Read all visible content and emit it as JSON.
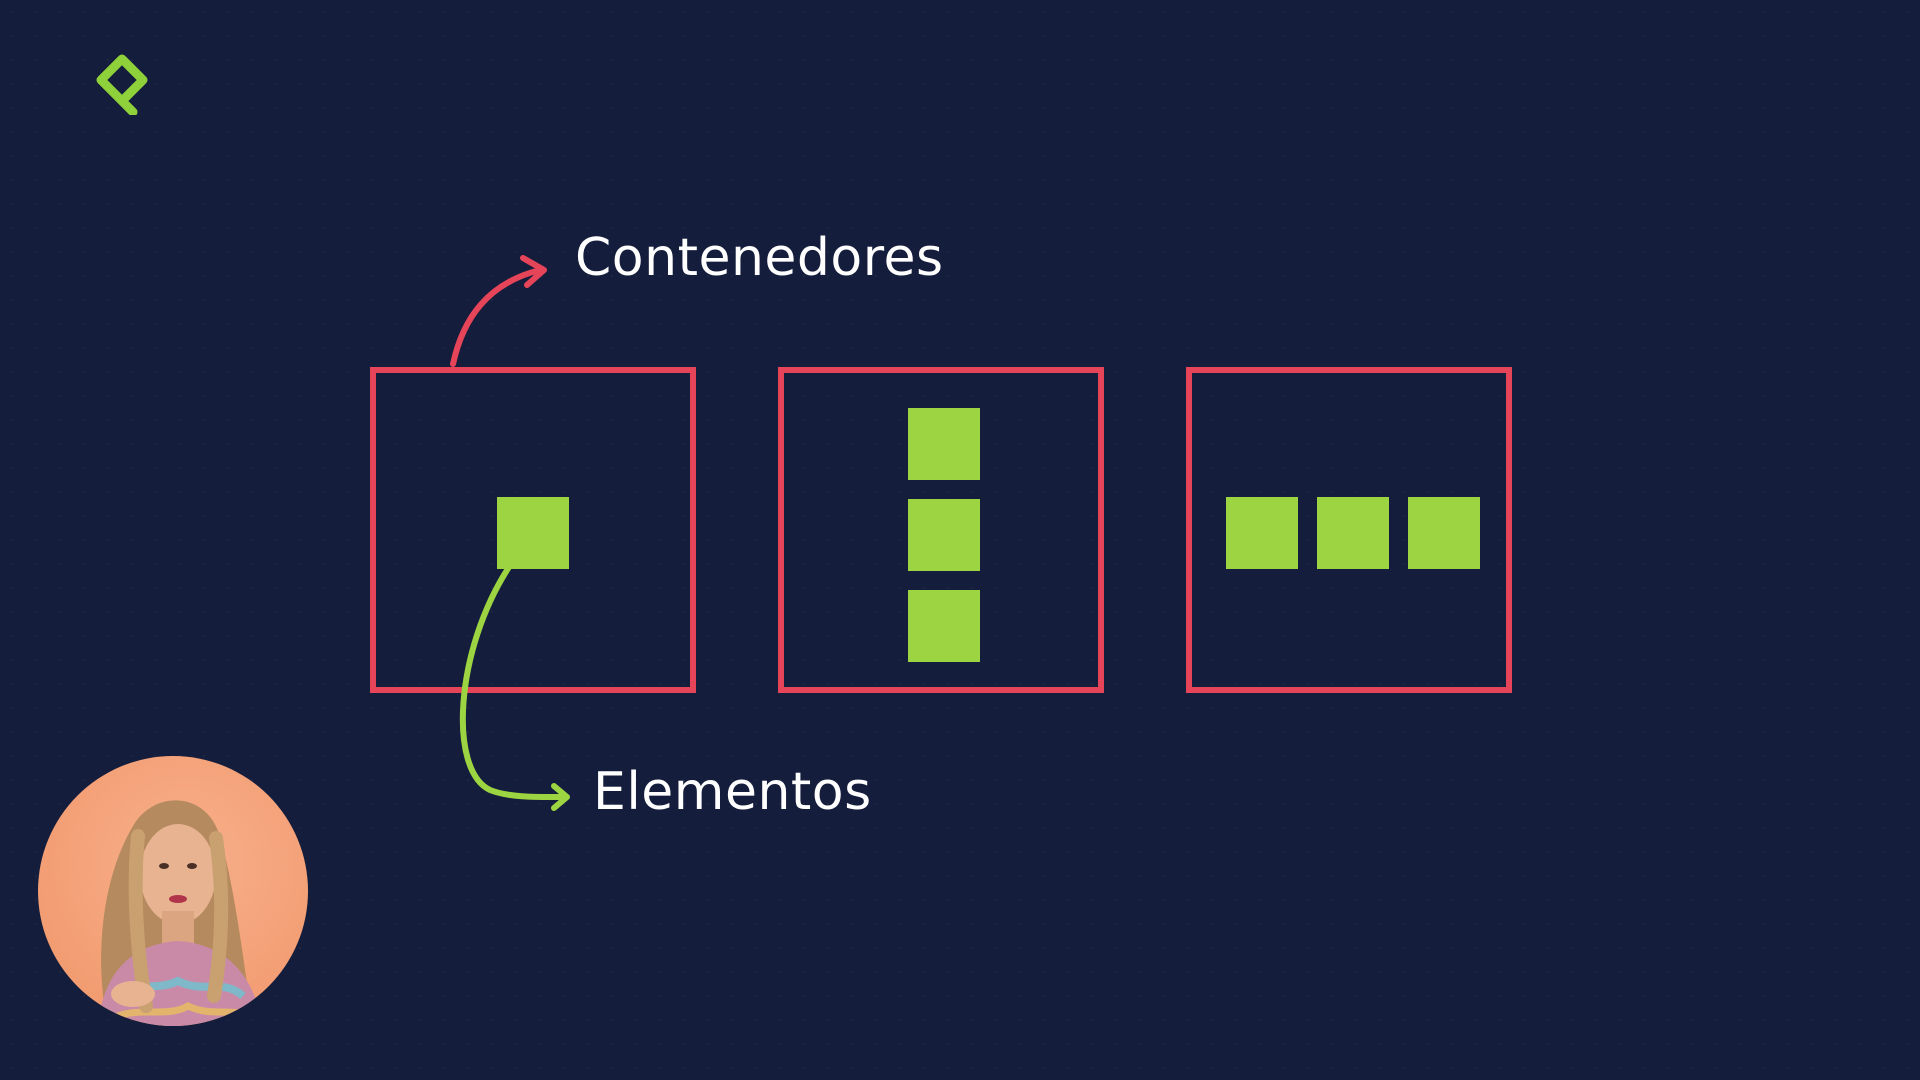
{
  "labels": {
    "containers": "Contenedores",
    "elements": "Elementos"
  },
  "containers": [
    {
      "layout": "single",
      "item_count": 1
    },
    {
      "layout": "column",
      "item_count": 3
    },
    {
      "layout": "row",
      "item_count": 3
    }
  ],
  "colors": {
    "background": "#141d3b",
    "container_border": "#e64559",
    "element_fill": "#9cd541",
    "label_text": "#ffffff",
    "logo": "#8fd13a"
  },
  "icons": {
    "logo": "brand-logo-icon",
    "containers_arrow": "curved-arrow-red",
    "elements_arrow": "curved-arrow-green"
  },
  "presenter": {
    "type": "video-thumbnail",
    "description_icon": "presenter-avatar"
  }
}
